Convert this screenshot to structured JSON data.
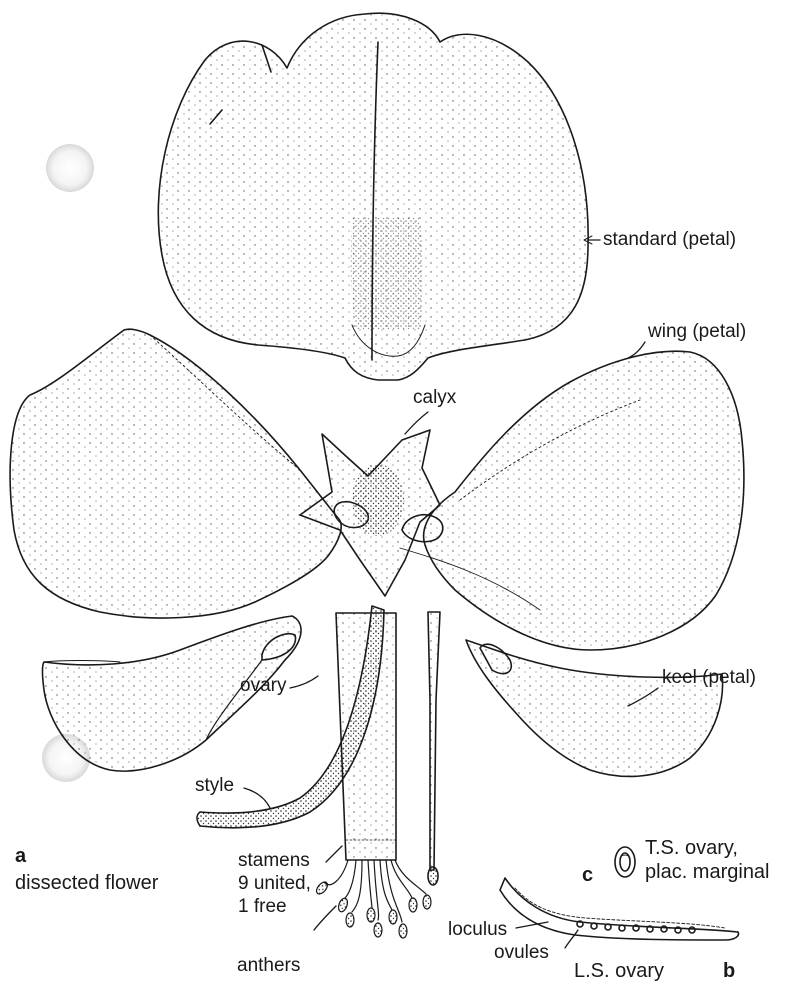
{
  "labels": {
    "standard": "standard (petal)",
    "wing": "wing (petal)",
    "calyx": "calyx",
    "keel": "keel (petal)",
    "ovary": "ovary",
    "style": "style",
    "a": "a",
    "dissected": "dissected flower",
    "stamens": "stamens\n9 united,\n1 free",
    "anthers": "anthers",
    "c": "c",
    "ts": "T.S. ovary,\nplac. marginal",
    "loculus": "loculus",
    "ovules": "ovules",
    "ls": "L.S. ovary",
    "b": "b"
  },
  "colors": {
    "ink": "#1a1a1a",
    "paper": "#ffffff",
    "hole": "#dedede"
  }
}
